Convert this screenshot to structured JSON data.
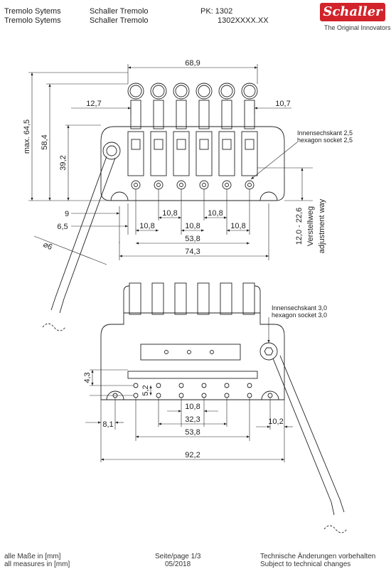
{
  "header": {
    "line1_col1": "Tremolo Sytems",
    "line2_col1": "Tremolo Sytems",
    "line1_col2": "Schaller Tremolo",
    "line2_col2": "Schaller Tremolo",
    "part_number": "PK: 1302",
    "article_number": "1302XXXX.XX"
  },
  "logo": {
    "brand": "Schaller",
    "tagline": "The Original Innovators",
    "color": "#d2232a"
  },
  "top_view": {
    "dims": {
      "width_top": "68,9",
      "left_offset": "12,7",
      "right_offset": "10,7",
      "max_height": "max. 64,5",
      "height_58": "58,4",
      "height_39": "39,2",
      "dim_9": "9",
      "dim_6_5": "6,5",
      "spacing_1": "10,8",
      "spacing_2": "10,8",
      "spacing_3": "10,8",
      "spacing_4": "10,8",
      "spacing_5": "10,8",
      "span_53_8": "53,8",
      "span_74_3": "74,3",
      "diameter": "6",
      "adjust_range": "12,0 - 22,6",
      "adjust_de": "Verstellweg",
      "adjust_en": "adjustment way"
    },
    "socket_de": "Innensechskant  2,5",
    "socket_en": "hexagon socket 2,5"
  },
  "bottom_view": {
    "dims": {
      "dim_4_3": "4,3",
      "dim_5_2": "5,2",
      "dim_8_1": "8,1",
      "spacing": "10,8",
      "span_32_3": "32,3",
      "span_53_8": "53,8",
      "span_92_2": "92,2",
      "dim_10_2": "10,2"
    },
    "socket_de": "Innensechskant  3,0",
    "socket_en": "hexagon socket 3,0"
  },
  "footer": {
    "measures_de": "alle Maße in [mm]",
    "measures_en": "all measures in [mm]",
    "page": "Seite/page 1/3",
    "date": "05/2018",
    "changes_de": "Technische Änderungen vorbehalten",
    "changes_en": "Subject to technical changes"
  }
}
